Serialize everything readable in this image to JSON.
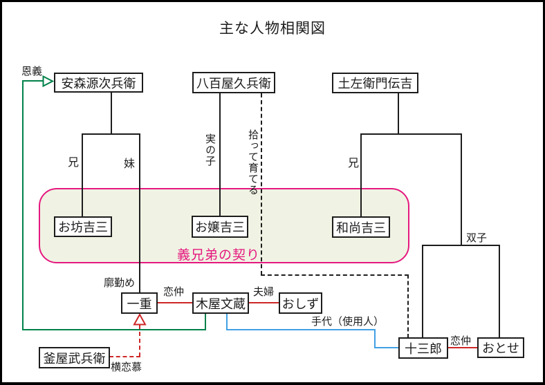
{
  "title": "主な人物相関図",
  "group": {
    "label": "義兄弟の契り"
  },
  "nodes": {
    "yasumori": {
      "label": "安森源次兵衛"
    },
    "yaoya": {
      "label": "八百屋久兵衛"
    },
    "dozaemon": {
      "label": "土左衛門伝吉"
    },
    "obo": {
      "label": "お坊吉三"
    },
    "ojo": {
      "label": "お嬢吉三"
    },
    "osho": {
      "label": "和尚吉三"
    },
    "hitoe": {
      "label": "一重"
    },
    "kiya": {
      "label": "木屋文蔵"
    },
    "oshizu": {
      "label": "おしず"
    },
    "kamaya": {
      "label": "釜屋武兵衛"
    },
    "jusaburo": {
      "label": "十三郎"
    },
    "otose": {
      "label": "おとせ"
    }
  },
  "labels": {
    "ongi": "恩義",
    "ani_left": "兄",
    "imoto": "妹",
    "minoko": "実の子",
    "hirotte_sodateru": "拾って育てる",
    "ani_right": "兄",
    "futago": "双子",
    "kuruwa_zutome": "廓勤め",
    "koinaka_1": "恋仲",
    "fufu": "夫婦",
    "tedai": "手代（使用人）",
    "koinaka_2": "恋仲",
    "yokorenbo": "横恋慕"
  },
  "colors": {
    "line": "#1c1c1c",
    "green": "#00814a",
    "red": "#ce2626",
    "blue": "#41a0e4",
    "pink": "#e5187f",
    "group_fill": "#f0f3e3"
  }
}
